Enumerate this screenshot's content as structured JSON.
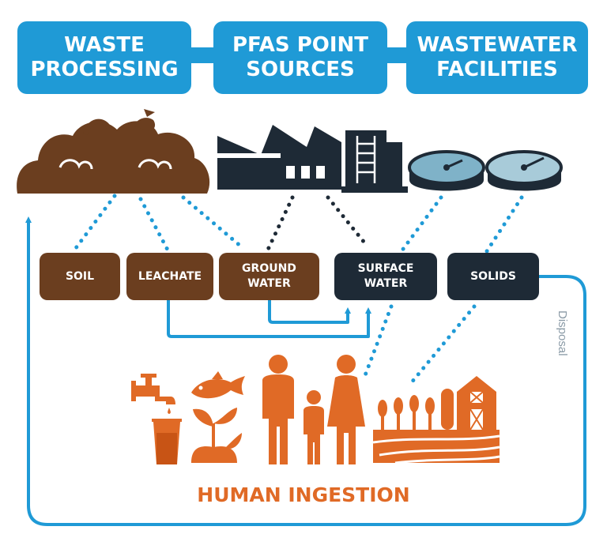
{
  "headers": {
    "waste_processing": [
      "WASTE",
      "PROCESSING"
    ],
    "pfas_point_sources": [
      "PFAS POINT",
      "SOURCES"
    ],
    "wastewater_facilities": [
      "WASTEWATER",
      "FACILITIES"
    ]
  },
  "pathways": {
    "soil": [
      "SOIL"
    ],
    "leachate": [
      "LEACHATE"
    ],
    "ground_water": [
      "GROUND",
      "WATER"
    ],
    "surface_water": [
      "SURFACE",
      "WATER"
    ],
    "solids": [
      "SOLIDS"
    ]
  },
  "disposal_label": "Disposal",
  "human_ingestion_label": "HUMAN INGESTION",
  "colors": {
    "header_blue": "#1f9ad6",
    "waste_brown": "#6b3e1f",
    "industry_navy": "#1e2a36",
    "human_orange": "#e06a26",
    "arrow_blue": "#1f9ad6",
    "tank_fill": "#7fb2c8"
  },
  "icons": [
    "waste-pile-icon",
    "factory-icon",
    "industrial-tower-icon",
    "clarifier-tank-icon",
    "clarifier-tank-icon",
    "faucet-glass-icon",
    "fish-icon",
    "seedling-icon",
    "family-icon",
    "farm-field-icon",
    "barn-icon"
  ]
}
